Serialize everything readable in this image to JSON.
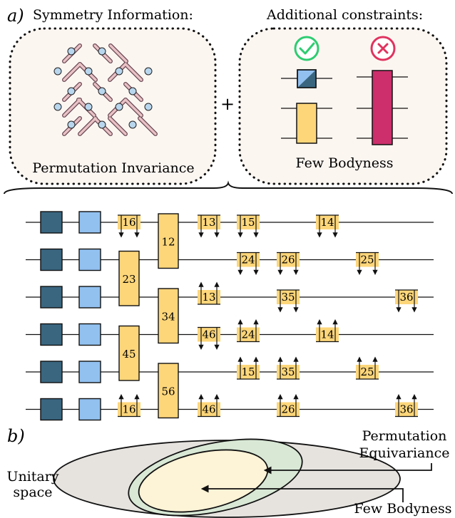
{
  "panel_a": {
    "label": "a)",
    "symmetry": {
      "title": "Symmetry Information:",
      "caption": "Permutation Invariance"
    },
    "plus": "+",
    "constraints": {
      "title": "Additional constraints:",
      "caption": "Few Bodyness",
      "allowed": "check",
      "forbidden": "cross"
    }
  },
  "circuit": {
    "wires": 6,
    "gates": [
      {
        "label": "16",
        "wire_a": 1,
        "wire_b": 6,
        "layer": 3
      },
      {
        "label": "23",
        "wire_a": 2,
        "wire_b": 3,
        "layer": 3
      },
      {
        "label": "45",
        "wire_a": 4,
        "wire_b": 5,
        "layer": 3
      },
      {
        "label": "12",
        "wire_a": 1,
        "wire_b": 2,
        "layer": 4
      },
      {
        "label": "34",
        "wire_a": 3,
        "wire_b": 4,
        "layer": 4
      },
      {
        "label": "56",
        "wire_a": 5,
        "wire_b": 6,
        "layer": 4
      },
      {
        "label": "13",
        "wire_a": 1,
        "wire_b": 3,
        "layer": 5
      },
      {
        "label": "46",
        "wire_a": 4,
        "wire_b": 6,
        "layer": 5
      },
      {
        "label": "15",
        "wire_a": 1,
        "wire_b": 5,
        "layer": 6
      },
      {
        "label": "24",
        "wire_a": 2,
        "wire_b": 4,
        "layer": 6
      },
      {
        "label": "26",
        "wire_a": 2,
        "wire_b": 6,
        "layer": 7
      },
      {
        "label": "35",
        "wire_a": 3,
        "wire_b": 5,
        "layer": 7
      },
      {
        "label": "14",
        "wire_a": 1,
        "wire_b": 4,
        "layer": 8
      },
      {
        "label": "25",
        "wire_a": 2,
        "wire_b": 5,
        "layer": 9
      },
      {
        "label": "36",
        "wire_a": 3,
        "wire_b": 6,
        "layer": 10
      }
    ]
  },
  "panel_b": {
    "label": "b)",
    "unitary_line1": "Unitary",
    "unitary_line2": "space",
    "perm_line1": "Permutation",
    "perm_line2": "Equivariance",
    "few_bodyness": "Few Bodyness"
  },
  "colors": {
    "dark_gate": "#3a6680",
    "light_gate": "#92c1f0",
    "yellow_gate": "#fdd67a",
    "pink_gate": "#cc2f6c",
    "check": "#2ecc71",
    "cross": "#e0335f",
    "panel_bg": "#fcf6f1",
    "arrow_fill": "#e9c2c6",
    "node_fill": "#b8d6ee",
    "ellipse_gray": "#e6e3df",
    "ellipse_green": "#d8e8d5",
    "ellipse_cream": "#fdf3d6"
  }
}
